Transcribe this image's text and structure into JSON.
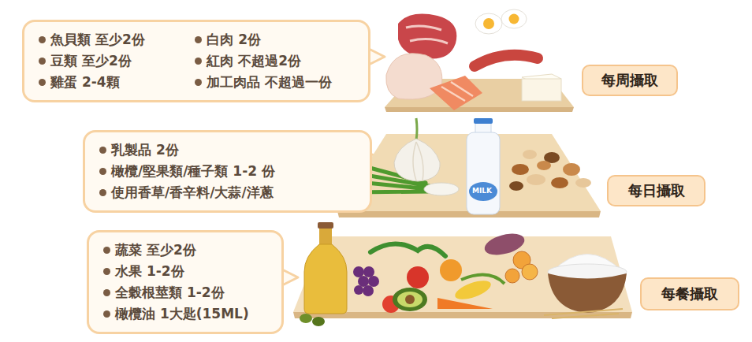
{
  "diagram": {
    "nodes": [
      {
        "text": [
          "魚貝類 至少2份",
          "白肉 2份",
          "豆類 至少2份",
          "紅肉 不超過2份",
          "雞蛋 2-4顆",
          "加工肉品 不超過一份"
        ]
      },
      {
        "text": [
          "每周攝取"
        ]
      },
      {
        "text": [
          "乳製品 2份",
          "橄欖/堅果類/種子類 1-2 份",
          "使用香草/香辛料/大蒜/洋蔥"
        ]
      },
      {
        "text": [
          "每日攝取"
        ]
      },
      {
        "text": [
          "蔬菜 至少2份",
          "水果 1-2份",
          "全穀根莖類 1-2份",
          "橄欖油 1大匙(15ML)"
        ]
      },
      {
        "text": [
          "每餐攝取"
        ]
      }
    ],
    "labels": [
      "MILK"
    ]
  }
}
